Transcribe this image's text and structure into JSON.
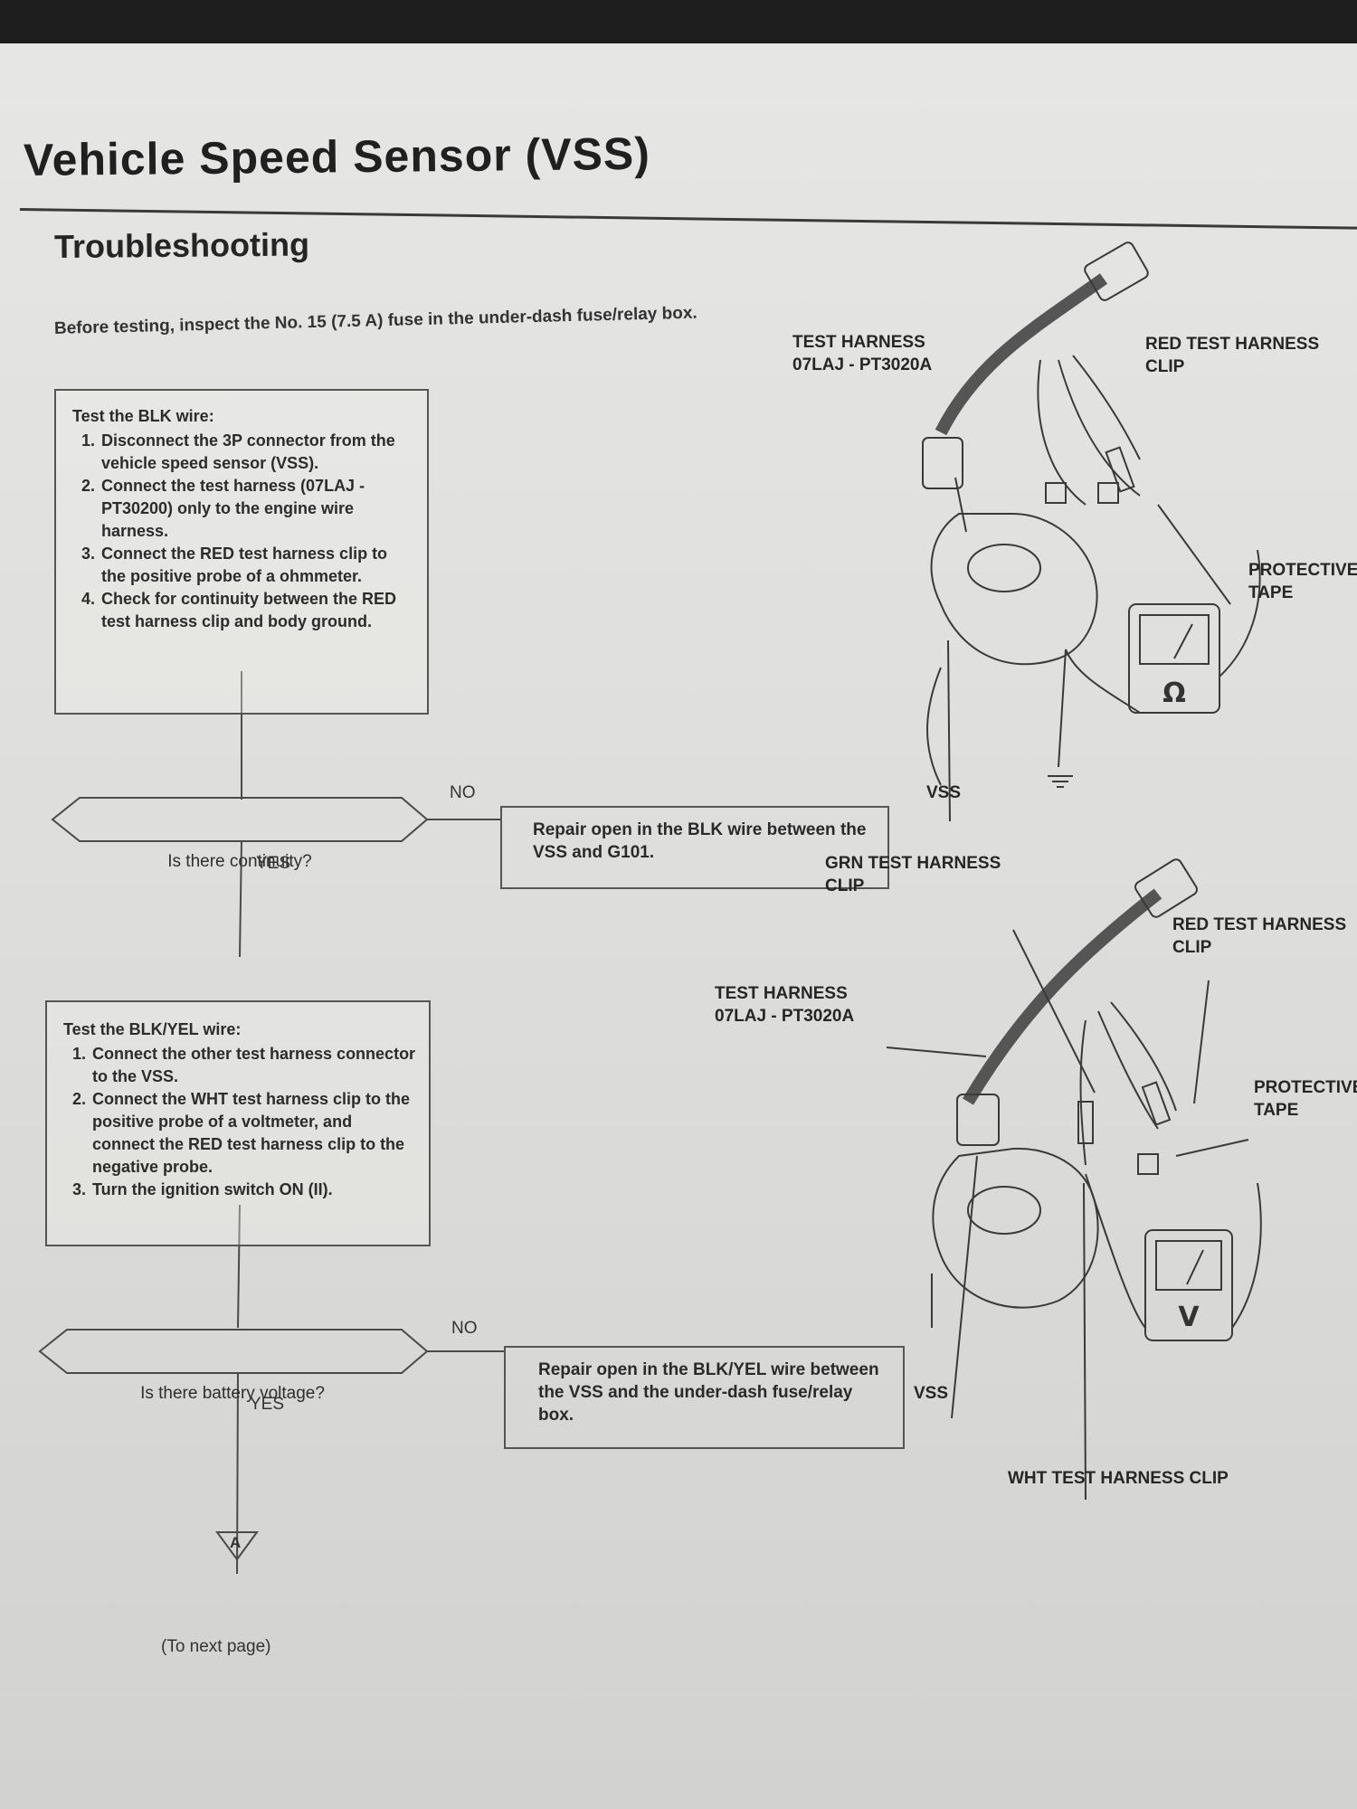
{
  "page": {
    "title": "Vehicle Speed Sensor (VSS)",
    "section": "Troubleshooting",
    "intro": "Before testing, inspect the No. 15 (7.5 A) fuse in the under-dash fuse/relay box."
  },
  "flow": {
    "step1": {
      "heading": "Test the BLK wire:",
      "items": [
        "Disconnect the 3P connector from the vehicle speed sensor (VSS).",
        "Connect the test harness (07LAJ - PT30200) only to the engine wire harness.",
        "Connect the RED test harness clip to the positive probe of a ohmmeter.",
        "Check for continuity between the RED test harness clip and body ground."
      ]
    },
    "decision1": {
      "question": "Is there continuity?",
      "no_label": "NO",
      "yes_label": "YES"
    },
    "result1": "Repair open in the BLK wire between the VSS and G101.",
    "step2": {
      "heading": "Test the BLK/YEL wire:",
      "items": [
        "Connect the other test harness connector to the VSS.",
        "Connect the WHT test harness clip to the positive probe of a voltmeter, and connect the RED test harness clip to the negative probe.",
        "Turn the ignition switch ON (II)."
      ]
    },
    "decision2": {
      "question": "Is there battery voltage?",
      "no_label": "NO",
      "yes_label": "YES"
    },
    "result2": "Repair open in the BLK/YEL wire between the VSS and the under-dash fuse/relay box.",
    "connector_label": "A",
    "next_page": "(To next page)"
  },
  "diagram1": {
    "test_harness": [
      "TEST HARNESS",
      "07LAJ - PT3020A"
    ],
    "red_clip": [
      "RED TEST HARNESS",
      "CLIP"
    ],
    "protective_tape": [
      "PROTECTIVE",
      "TAPE"
    ],
    "vss": "VSS",
    "meter_symbol": "Ω"
  },
  "diagram2": {
    "grn_clip": [
      "GRN TEST HARNESS",
      "CLIP"
    ],
    "red_clip": [
      "RED TEST HARNESS",
      "CLIP"
    ],
    "test_harness": [
      "TEST HARNESS",
      "07LAJ - PT3020A"
    ],
    "protective_tape": [
      "PROTECTIVE",
      "TAPE"
    ],
    "vss": "VSS",
    "wht_clip": "WHT TEST HARNESS CLIP",
    "meter_symbol": "V"
  }
}
